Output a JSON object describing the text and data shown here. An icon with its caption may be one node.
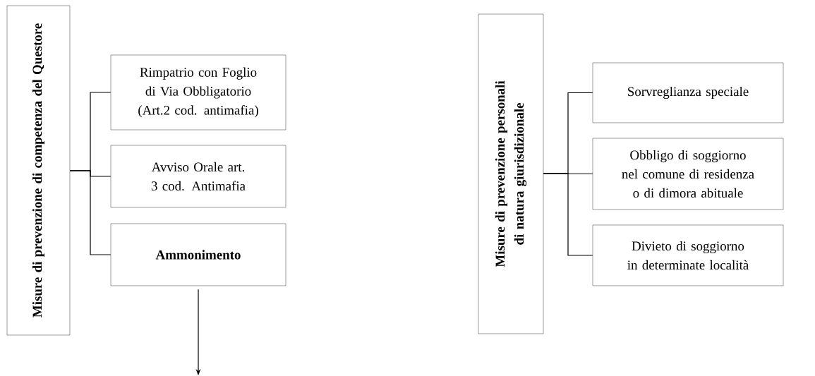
{
  "diagram": {
    "nodes": [
      {
        "text": [
          "Misure di prevenzione di competenza del Questore"
        ]
      },
      {
        "text": [
          "Rimpatrio con Foglio di Via Obbligatorio (Art.2 cod. antimafia)"
        ]
      },
      {
        "text": [
          "Avviso Orale art. 3 cod. Antimafia"
        ]
      },
      {
        "text": [
          "Ammonimento"
        ]
      },
      {
        "text": [
          "Misure di prevenzione personali di natura giurisdizionale"
        ]
      },
      {
        "text": [
          "Sorvreglianza speciale"
        ]
      },
      {
        "text": [
          "Obbligo di soggiorno nel comune di residenza o di dimora abituale"
        ]
      },
      {
        "text": [
          "Divieto di soggiorno in determinate località"
        ]
      }
    ],
    "edges": [
      {
        "from": 0,
        "to": 1,
        "arrow": "none"
      },
      {
        "from": 0,
        "to": 2,
        "arrow": "none"
      },
      {
        "from": 0,
        "to": 3,
        "arrow": "none"
      },
      {
        "from": 3,
        "to": null,
        "arrow": "to"
      },
      {
        "from": 4,
        "to": 5,
        "arrow": "none"
      },
      {
        "from": 4,
        "to": 6,
        "arrow": "none"
      },
      {
        "from": 4,
        "to": 7,
        "arrow": "none"
      }
    ]
  }
}
